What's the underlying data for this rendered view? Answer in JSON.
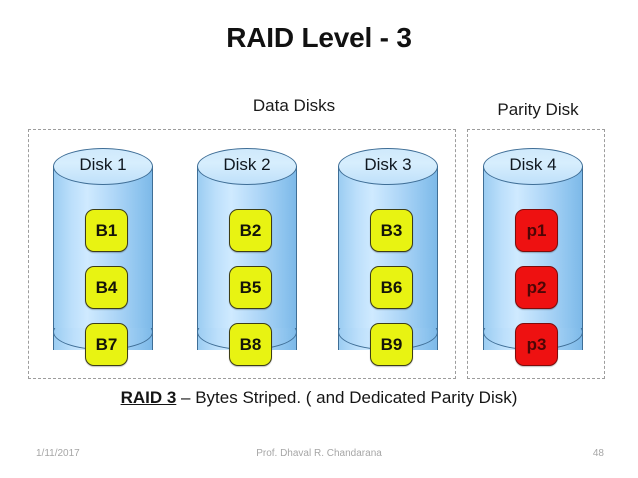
{
  "slide": {
    "title": "RAID Level - 3",
    "caption_prefix": "RAID 3",
    "caption_rest": " – Bytes Striped. ( and Dedicated Parity Disk)"
  },
  "groups": {
    "data_disks_label": "Data Disks",
    "parity_disk_label": "Parity Disk"
  },
  "disks": [
    {
      "label": "Disk 1",
      "group": "data",
      "blocks": [
        {
          "label": "B1",
          "kind": "data"
        },
        {
          "label": "B4",
          "kind": "data"
        },
        {
          "label": "B7",
          "kind": "data"
        }
      ]
    },
    {
      "label": "Disk 2",
      "group": "data",
      "blocks": [
        {
          "label": "B2",
          "kind": "data"
        },
        {
          "label": "B5",
          "kind": "data"
        },
        {
          "label": "B8",
          "kind": "data"
        }
      ]
    },
    {
      "label": "Disk 3",
      "group": "data",
      "blocks": [
        {
          "label": "B3",
          "kind": "data"
        },
        {
          "label": "B6",
          "kind": "data"
        },
        {
          "label": "B9",
          "kind": "data"
        }
      ]
    },
    {
      "label": "Disk 4",
      "group": "parity",
      "blocks": [
        {
          "label": "p1",
          "kind": "parity"
        },
        {
          "label": "p2",
          "kind": "parity"
        },
        {
          "label": "p3",
          "kind": "parity"
        }
      ]
    }
  ],
  "footer": {
    "date": "1/11/2017",
    "author": "Prof. Dhaval R. Chandarana",
    "page": "48"
  },
  "colors": {
    "data_block": "#e8f312",
    "parity_block": "#ee1111",
    "cylinder": "#aed6f7",
    "cylinder_outline": "#3f6e96",
    "dashed_border": "#9d9d9d",
    "title": "#111111",
    "footer_text": "#a6a6a6"
  }
}
